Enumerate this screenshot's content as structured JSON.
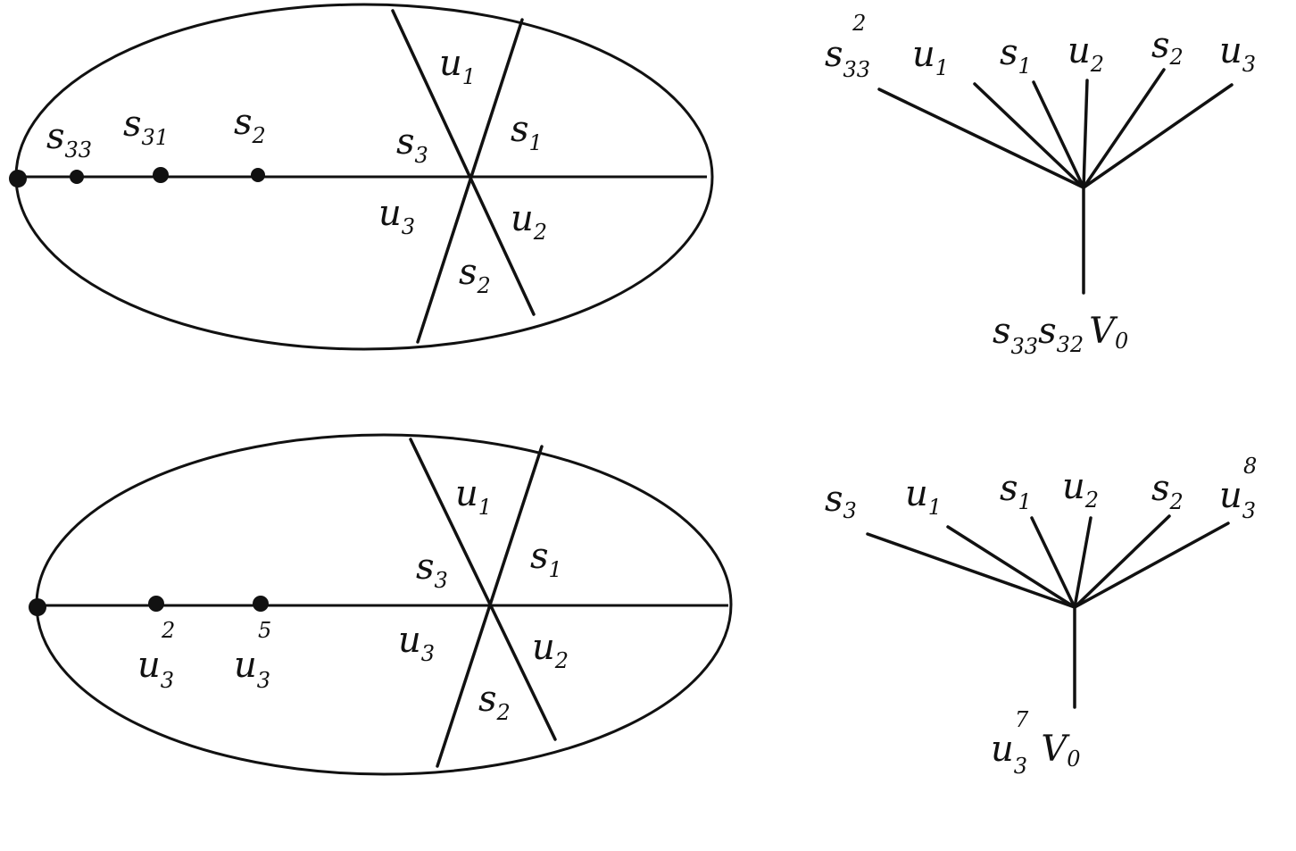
{
  "top": {
    "axis_points": [
      {
        "main": "s",
        "sub": "33",
        "sup": ""
      },
      {
        "main": "s",
        "sub": "31",
        "sup": ""
      },
      {
        "main": "s",
        "sub": "2",
        "sup": ""
      }
    ],
    "sectors": [
      {
        "main": "u",
        "sub": "1"
      },
      {
        "main": "s",
        "sub": "1"
      },
      {
        "main": "s",
        "sub": "3"
      },
      {
        "main": "u",
        "sub": "3"
      },
      {
        "main": "u",
        "sub": "2"
      },
      {
        "main": "s",
        "sub": "2"
      }
    ],
    "tree": {
      "leaves": [
        {
          "main": "s",
          "sub": "33",
          "sup": "2"
        },
        {
          "main": "u",
          "sub": "1",
          "sup": ""
        },
        {
          "main": "s",
          "sub": "1",
          "sup": ""
        },
        {
          "main": "u",
          "sub": "2",
          "sup": ""
        },
        {
          "main": "s",
          "sub": "2",
          "sup": ""
        },
        {
          "main": "u",
          "sub": "3",
          "sup": ""
        }
      ],
      "root": [
        {
          "main": "s",
          "sub": "33"
        },
        {
          "main": "s",
          "sub": "32"
        },
        {
          "main": "V",
          "sub": "0"
        }
      ]
    }
  },
  "bottom": {
    "axis_points": [
      {
        "main": "u",
        "sub": "3",
        "sup": "2"
      },
      {
        "main": "u",
        "sub": "3",
        "sup": "5"
      }
    ],
    "sectors": [
      {
        "main": "u",
        "sub": "1"
      },
      {
        "main": "s",
        "sub": "1"
      },
      {
        "main": "s",
        "sub": "3"
      },
      {
        "main": "u",
        "sub": "3"
      },
      {
        "main": "u",
        "sub": "2"
      },
      {
        "main": "s",
        "sub": "2"
      }
    ],
    "tree": {
      "leaves": [
        {
          "main": "s",
          "sub": "3",
          "sup": ""
        },
        {
          "main": "u",
          "sub": "1",
          "sup": ""
        },
        {
          "main": "s",
          "sub": "1",
          "sup": ""
        },
        {
          "main": "u",
          "sub": "2",
          "sup": ""
        },
        {
          "main": "s",
          "sub": "2",
          "sup": ""
        },
        {
          "main": "u",
          "sub": "3",
          "sup": "8"
        }
      ],
      "root": [
        {
          "main": "u",
          "sub": "3",
          "sup": "7"
        },
        {
          "main": "V",
          "sub": "0"
        }
      ]
    }
  }
}
